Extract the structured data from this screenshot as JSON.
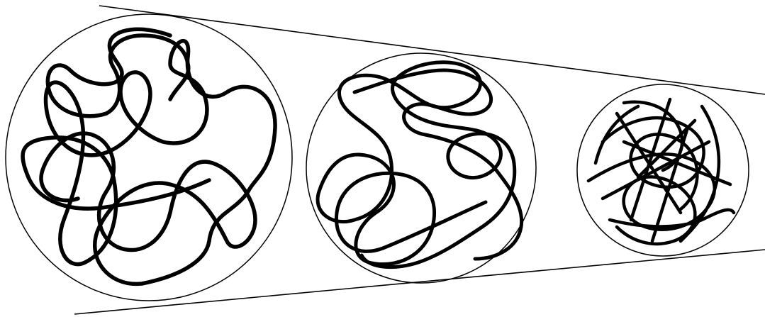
{
  "figure": {
    "description_text": "",
    "colors": {
      "background": "#ffffff",
      "ink": "#000000"
    },
    "coils": [
      {
        "name": "coil-large",
        "relative_size": "large",
        "tangle": "loose"
      },
      {
        "name": "coil-medium",
        "relative_size": "medium",
        "tangle": "moderate"
      },
      {
        "name": "coil-small",
        "relative_size": "small",
        "tangle": "dense"
      }
    ]
  }
}
